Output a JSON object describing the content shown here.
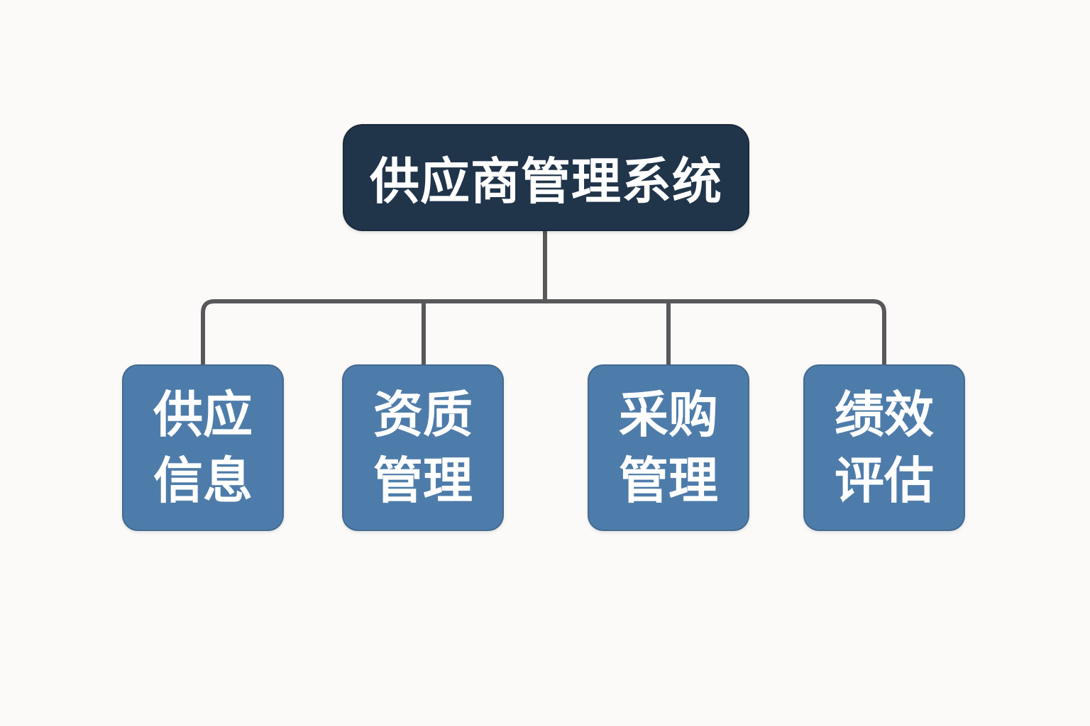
{
  "diagram": {
    "root": {
      "label": "供应商管理系统"
    },
    "children": [
      {
        "label": "供应\n信息"
      },
      {
        "label": "资质\n管理"
      },
      {
        "label": "采购\n管理"
      },
      {
        "label": "绩效\n评估"
      }
    ]
  },
  "colors": {
    "background": "#fbfaf8",
    "root_box": "#20344a",
    "child_box": "#4e7caa",
    "connector": "#58585a",
    "text": "#ffffff"
  }
}
